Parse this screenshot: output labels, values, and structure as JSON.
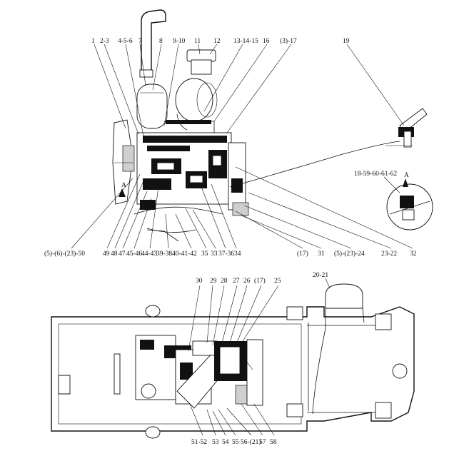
{
  "top_callouts": [
    "1",
    "2-3",
    "4-5-6",
    "7",
    "8",
    "9-10",
    "11",
    "12",
    "13-14-15",
    "16",
    "(3)-17",
    "19"
  ],
  "right_callouts": [
    "18-59-60-61-62"
  ],
  "view_markers": [
    "A",
    "A"
  ],
  "bottom_callouts_engine": [
    "(5)-(6)-(23)-50",
    "49",
    "48",
    "47",
    "45-46",
    "44-43",
    "39-38",
    "40-41-42",
    "35",
    "33",
    "37-36",
    "34",
    "(17)",
    "31",
    "(5)-(23)-24",
    "23-22",
    "32"
  ],
  "chassis_top_callouts": [
    "20-21",
    "30",
    "29",
    "28",
    "27",
    "26",
    "(17)",
    "25"
  ],
  "chassis_bottom_callouts": [
    "51-52",
    "53",
    "54",
    "55",
    "56-(21)",
    "57",
    "58"
  ]
}
